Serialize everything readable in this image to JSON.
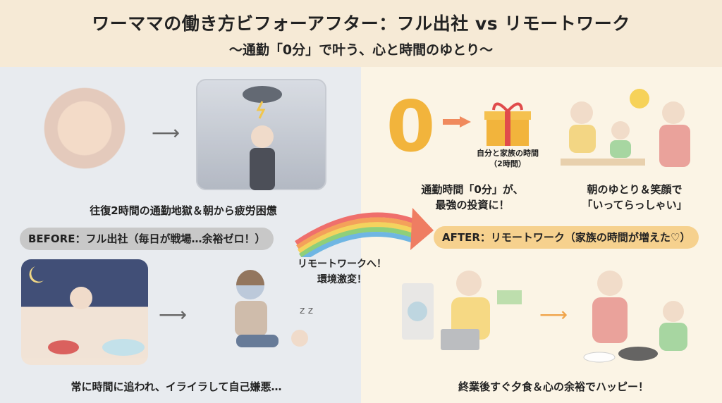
{
  "header": {
    "title": "ワーママの働き方ビフォーアフター：フル出社 vs リモートワーク",
    "subtitle": "〜通勤「0分」で叶う、心と時間のゆとり〜"
  },
  "before": {
    "label": "BEFORE：フル出社（毎日が戦場…余裕ゼロ！）",
    "caption_top": "往復2時間の通勤地獄＆朝から疲労困憊",
    "caption_bottom": "常に時間に追われ、イライラして自己嫌悪…"
  },
  "transition": {
    "line1": "リモートワークへ！",
    "line2": "環境激変！"
  },
  "after": {
    "label": "AFTER：リモートワーク（家族の時間が増えた♡）",
    "clock_value": "0",
    "gift_label": "自分と家族の時間",
    "gift_sub": "（2時間）",
    "caption_invest_1": "通勤時間「0分」が、",
    "caption_invest_2": "最強の投資に！",
    "caption_morning_1": "朝のゆとり＆笑顔で",
    "caption_morning_2": "「いってらっしゃい」",
    "caption_bottom": "終業後すぐ夕食＆心の余裕でハッピー！"
  },
  "colors": {
    "before_pill": "#c8c8c8",
    "after_pill": "#f6d18e",
    "accent_orange": "#f08a5d"
  }
}
